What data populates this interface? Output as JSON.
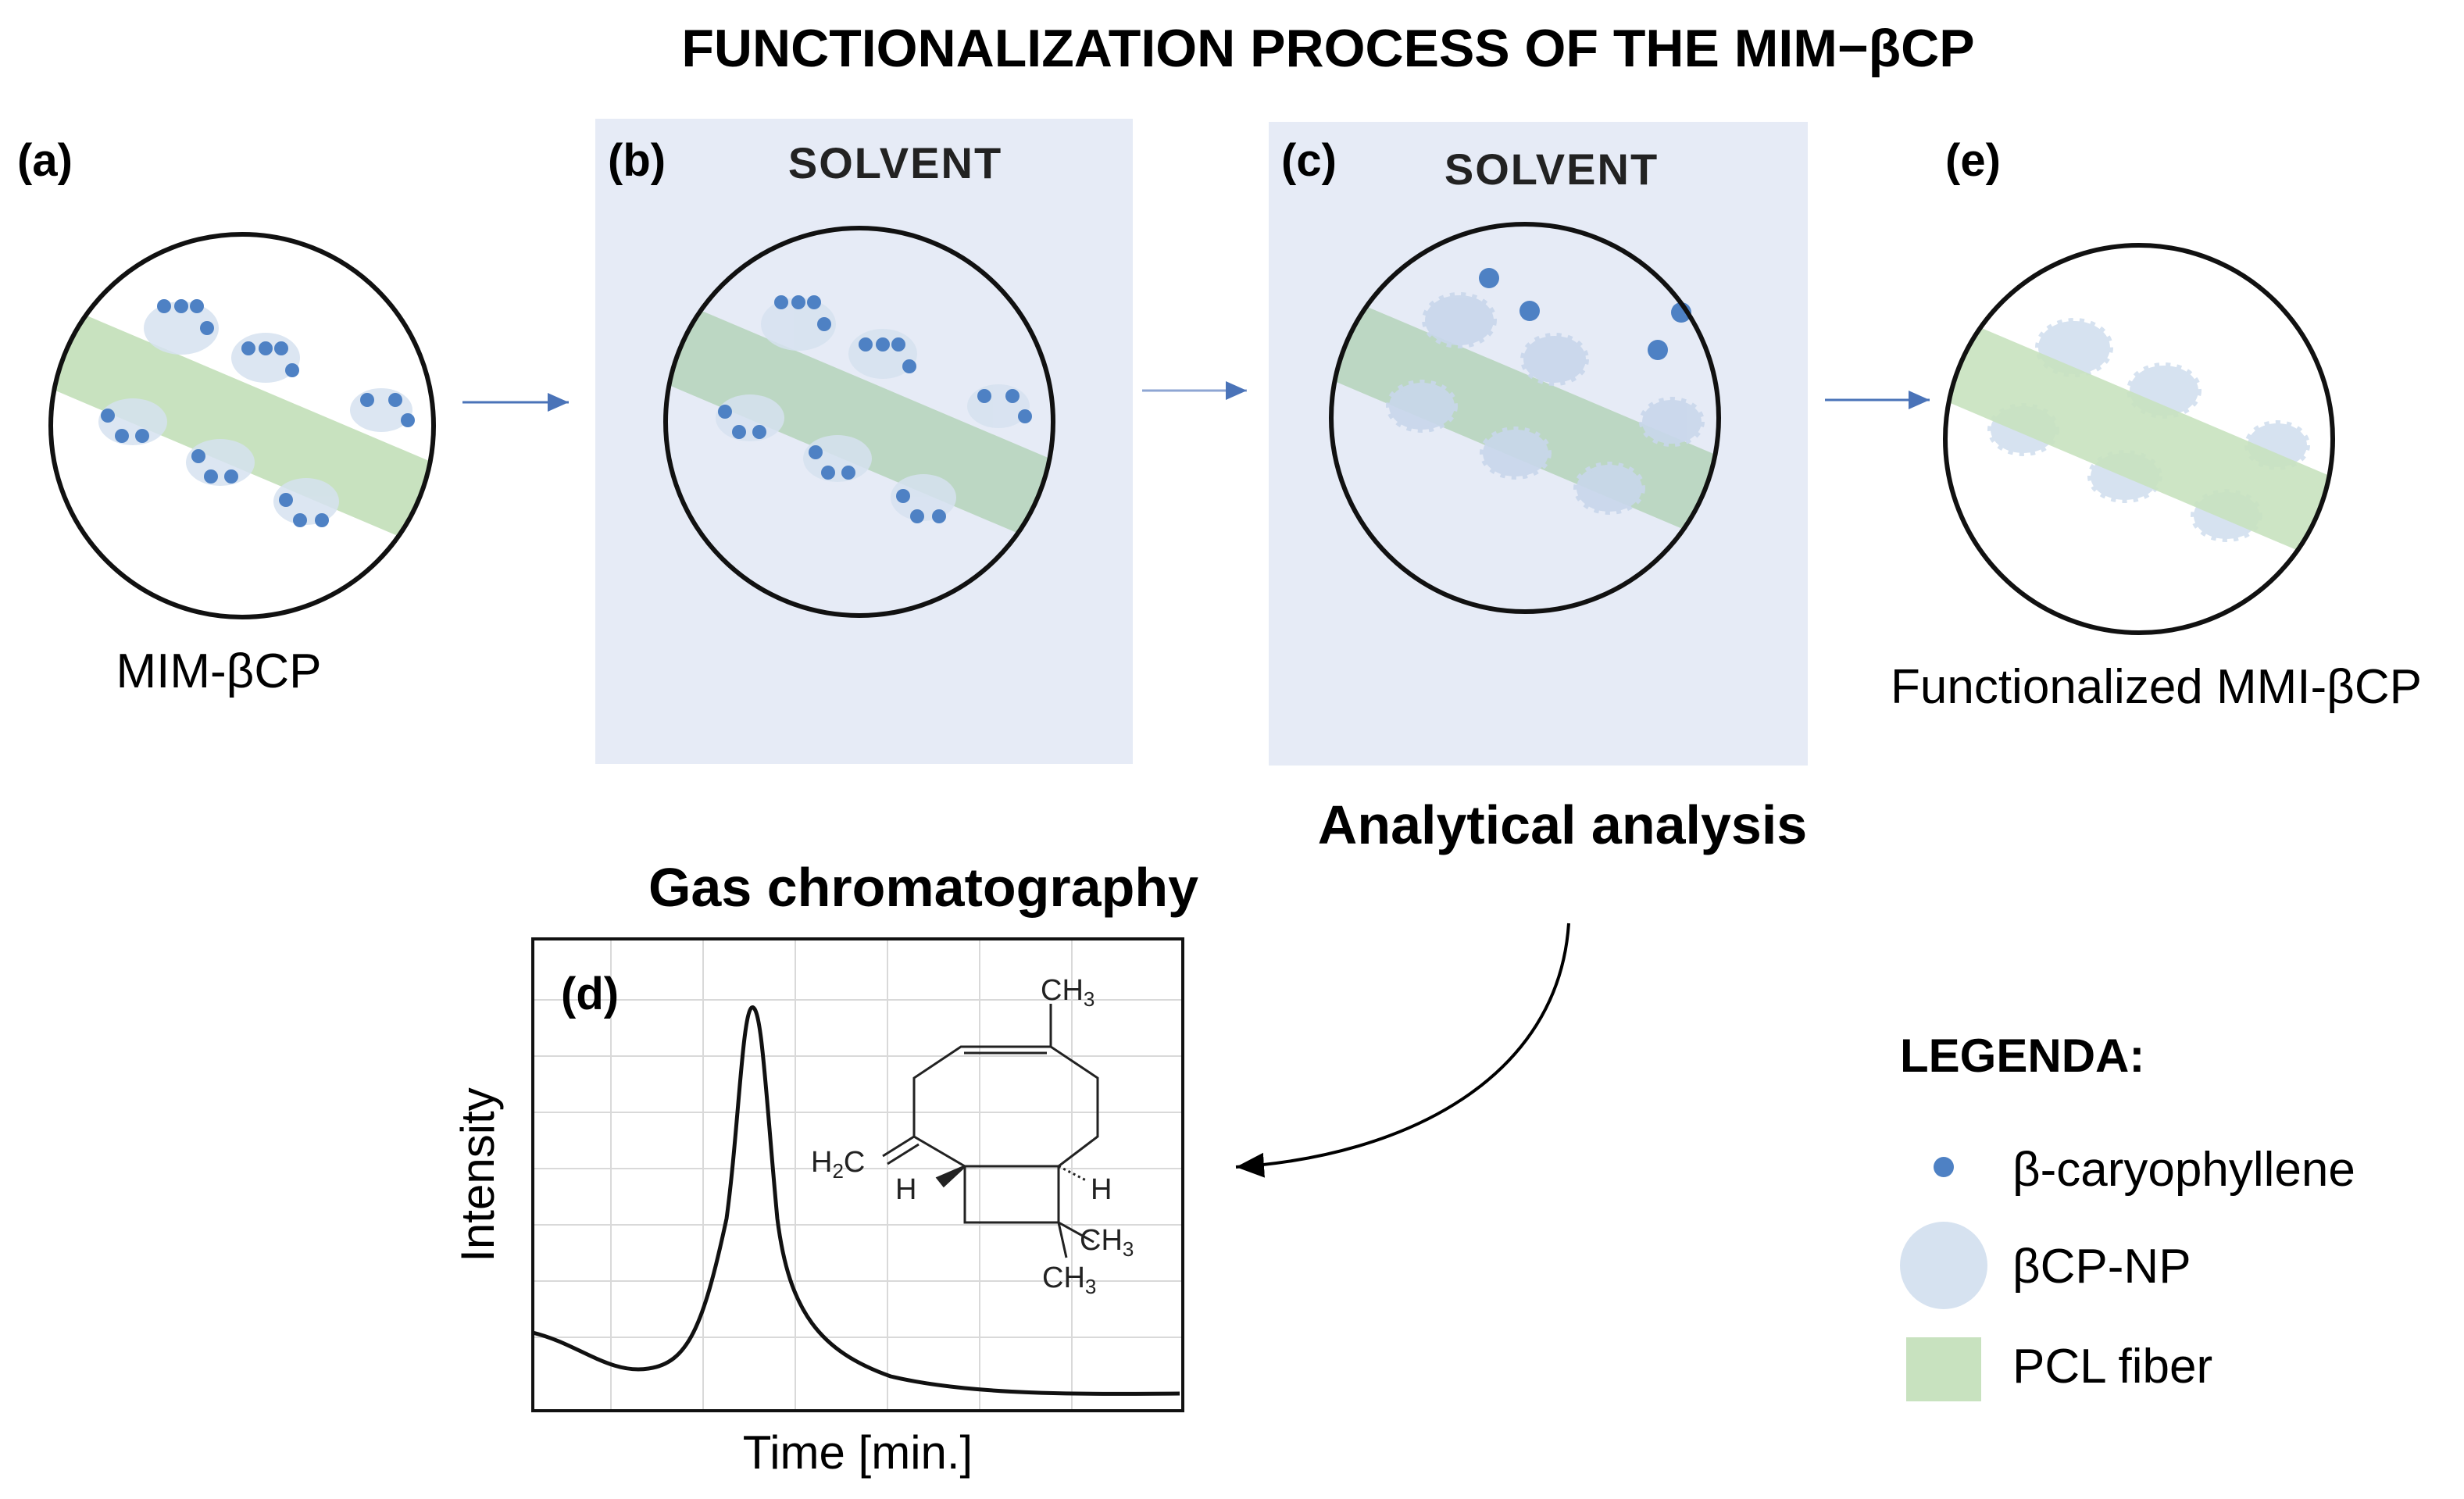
{
  "title": "FUNCTIONALIZATION PROCESS OF THE MIM−βCP",
  "colors": {
    "fiber": "#c8e2bf",
    "nanoparticle": "#d6e2f0",
    "dot": "#4e81c4",
    "solvent_bg": "#e6ebf6",
    "arrow": "#4a73b8"
  },
  "panels": {
    "a": {
      "label": "(a)",
      "caption": "MIM-βCP"
    },
    "b": {
      "label": "(b)",
      "header": "SOLVENT"
    },
    "c": {
      "label": "(c)",
      "header": "SOLVENT"
    },
    "e": {
      "label": "(e)",
      "caption": "Functionalized MMI-βCP"
    }
  },
  "analysis_label": "Analytical analysis",
  "gc": {
    "title": "Gas chromatography",
    "label": "(d)",
    "xlabel": "Time [min.]",
    "ylabel": "Intensity",
    "molecule": {
      "ch3_top": "CH",
      "ch3_top_sub": "3",
      "h2c": "H",
      "h2c_sub": "2",
      "h2c_c": "C",
      "h_left": "H",
      "h_right": "H",
      "ch3_mid": "CH",
      "ch3_mid_sub": "3",
      "ch3_bot": "CH",
      "ch3_bot_sub": "3"
    }
  },
  "legend": {
    "title": "LEGENDA:",
    "items": [
      {
        "symbol": "dot-icon",
        "label": "β-caryophyllene"
      },
      {
        "symbol": "nanoparticle-icon",
        "label": "βCP-NP"
      },
      {
        "symbol": "fiber-swatch-icon",
        "label": "PCL fiber"
      }
    ]
  }
}
